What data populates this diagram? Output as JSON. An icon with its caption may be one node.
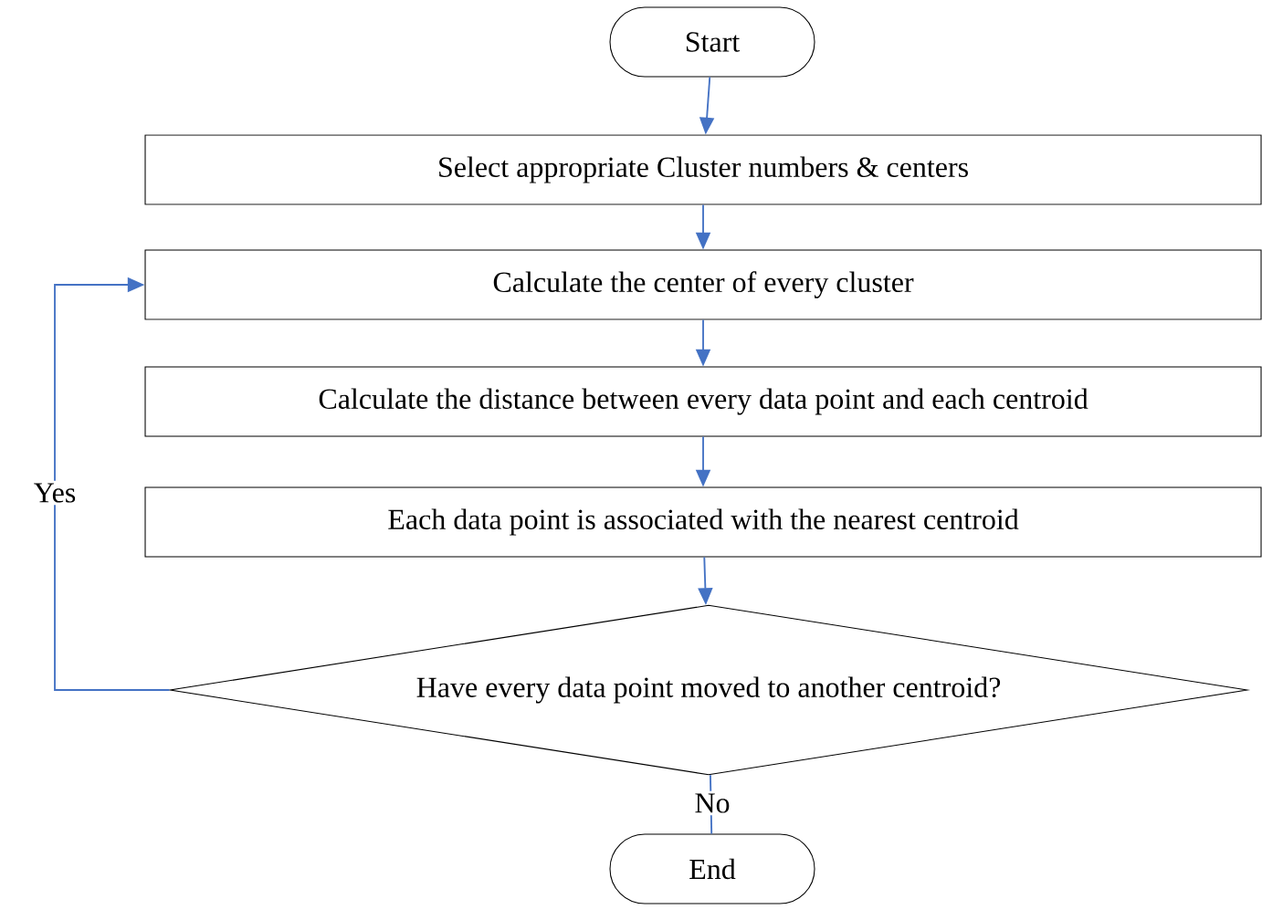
{
  "diagram": {
    "nodes": [
      {
        "text": [
          "Start"
        ]
      },
      {
        "text": [
          "Select appropriate Cluster numbers & centers"
        ]
      },
      {
        "text": [
          "Calculate the center of every cluster"
        ]
      },
      {
        "text": [
          "Calculate the distance between every data point and each centroid"
        ]
      },
      {
        "text": [
          "Each data point is associated with the nearest centroid"
        ]
      },
      {
        "text": [
          "Have every data point moved to another centroid?"
        ]
      },
      {
        "text": [
          "End"
        ]
      }
    ],
    "edges": [
      {
        "from": 0,
        "to": 1,
        "arrow": "to"
      },
      {
        "from": 1,
        "to": 2,
        "arrow": "to"
      },
      {
        "from": 2,
        "to": 3,
        "arrow": "to"
      },
      {
        "from": 3,
        "to": 4,
        "arrow": "to"
      },
      {
        "from": 4,
        "to": 5,
        "arrow": "to"
      },
      {
        "from": 5,
        "to": 2,
        "arrow": "to",
        "label": "Yes"
      },
      {
        "from": 5,
        "to": 6,
        "arrow": "none",
        "label": "No"
      }
    ]
  }
}
